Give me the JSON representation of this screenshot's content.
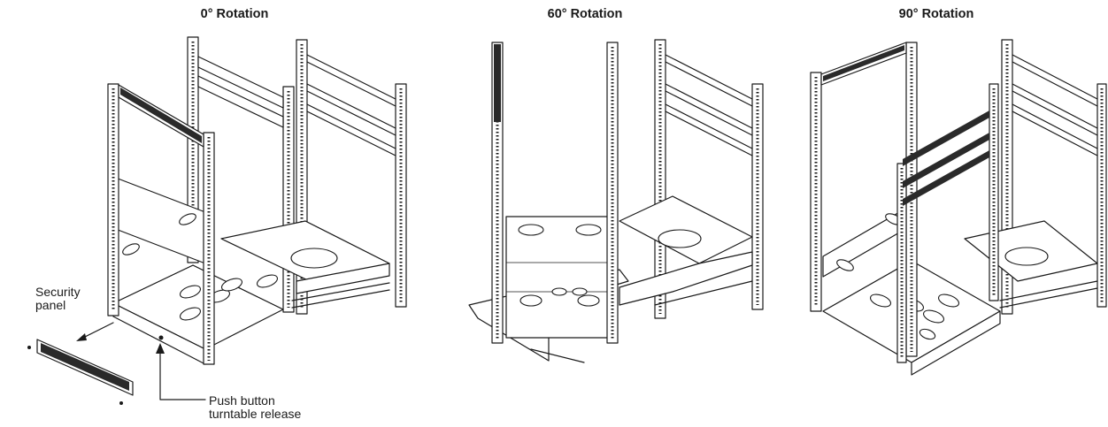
{
  "panels": [
    {
      "title": "0° Rotation"
    },
    {
      "title": "60° Rotation"
    },
    {
      "title": "90° Rotation"
    }
  ],
  "callouts": {
    "security_panel": [
      "Security",
      "panel"
    ],
    "push_button": [
      "Push button",
      "turntable release"
    ]
  }
}
